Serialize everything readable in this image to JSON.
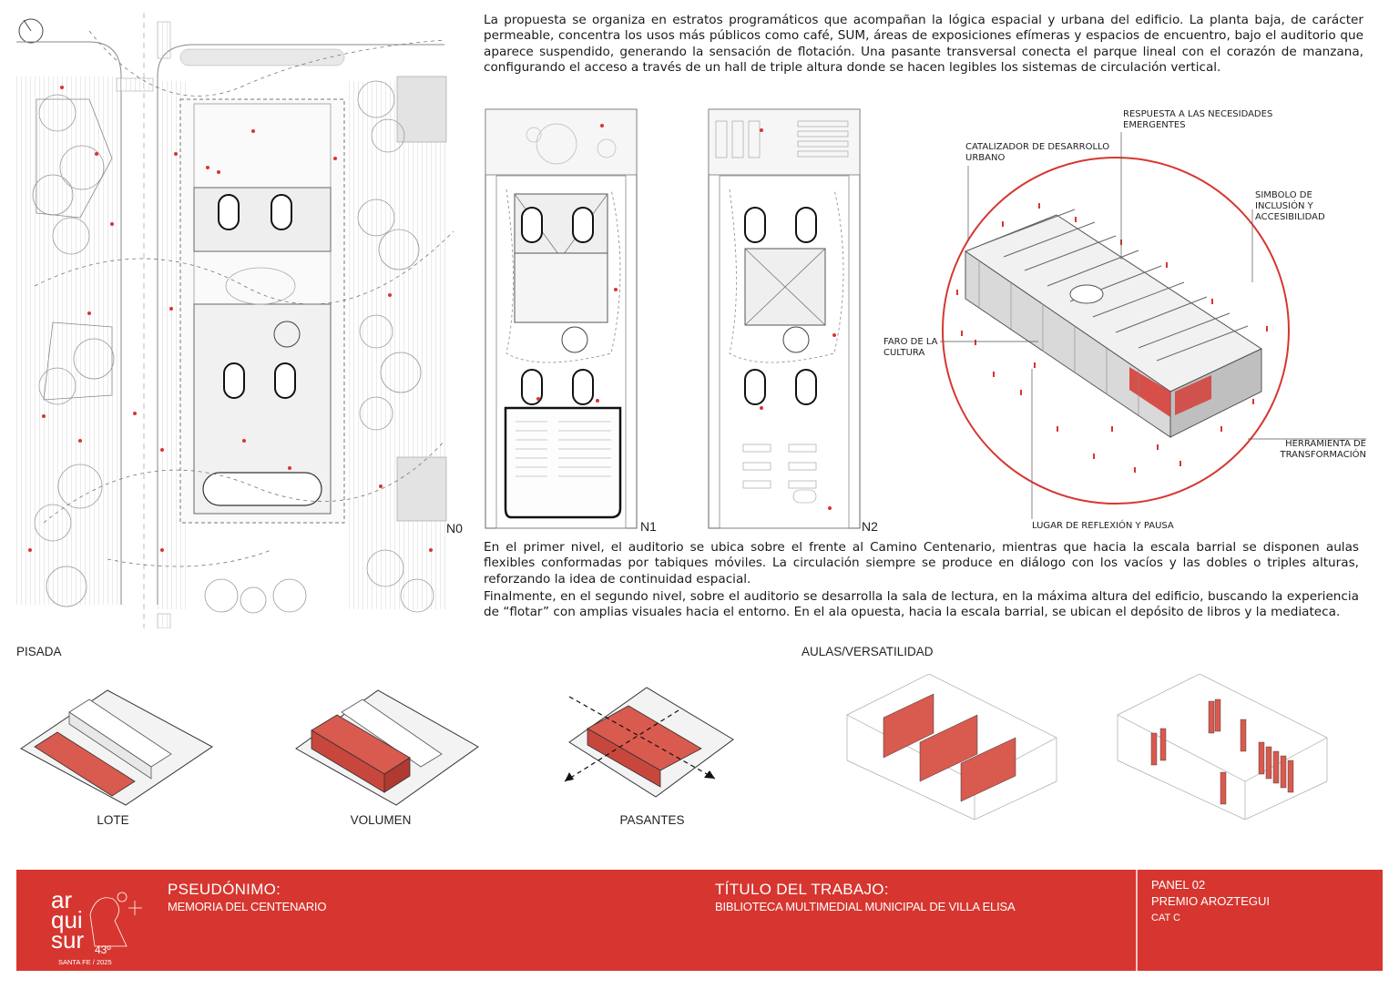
{
  "plan_labels": {
    "n0": "N0",
    "n1": "N1",
    "n2": "N2"
  },
  "paragraphs": {
    "intro": "La propuesta se organiza en estratos programáticos que acompañan la lógica espacial y urbana del edificio. La planta baja, de carácter permeable, concentra los usos más públicos como café, SUM, áreas de exposiciones efímeras y espacios de encuentro, bajo el auditorio que aparece suspendido, generando la sensación de flotación. Una pasante transversal conecta el parque lineal con el corazón de manzana, configurando el acceso a través de un hall de triple altura donde se hacen legibles los sistemas de circulación vertical.",
    "first_level": "En el primer nivel, el auditorio se ubica sobre el frente al Camino Centenario, mientras que hacia la escala barrial se disponen aulas flexibles conformadas por tabiques móviles. La circulación siempre se produce en diálogo con los vacíos y las dobles o triples alturas, reforzando la idea de continuidad espacial.",
    "second_level": "Finalmente, en el segundo nivel, sobre el auditorio se desarrolla la sala de lectura, en la máxima altura del edificio, buscando la experiencia de “flotar” con amplias visuales hacia el entorno. En el ala opuesta, hacia la escala barrial, se ubican el depósito de libros y la mediateca."
  },
  "callouts": {
    "necesidades": "Respuesta a las necesidades emergentes",
    "catalizador": "Catalizador de desarrollo urbano",
    "simbolo": "Simbolo de inclusión y accesibilidad",
    "faro": "Faro de la cultura",
    "herramienta": "Herramienta de transformación",
    "lugar": "Lugar de reflexión y pausa"
  },
  "sections": {
    "pisada": "PISADA",
    "aulas": "AULAS/VERSATILIDAD"
  },
  "diagram_captions": {
    "lote": "LOTE",
    "volumen": "VOLUMEN",
    "pasantes": "PASANTES"
  },
  "footer": {
    "pseudonimo_label": "PSEUDÓNIMO:",
    "pseudonimo_value": "MEMORIA DEL CENTENARIO",
    "titulo_label": "TÍTULO DEL TRABAJO:",
    "titulo_value": "BIBLIOTECA MULTIMEDIAL MUNICIPAL DE VILLA ELISA",
    "panel": "PANEL 02",
    "premio": "PREMIO AROZTEGUI",
    "categoria": "CAT C"
  },
  "logo": {
    "line1": "ar",
    "line2": "qui",
    "line3": "sur",
    "edition": "43º",
    "city": "SANTA FE / 2025"
  },
  "colors": {
    "accent": "#d6362f",
    "line": "#555555",
    "light_line": "#b8b8b8"
  }
}
